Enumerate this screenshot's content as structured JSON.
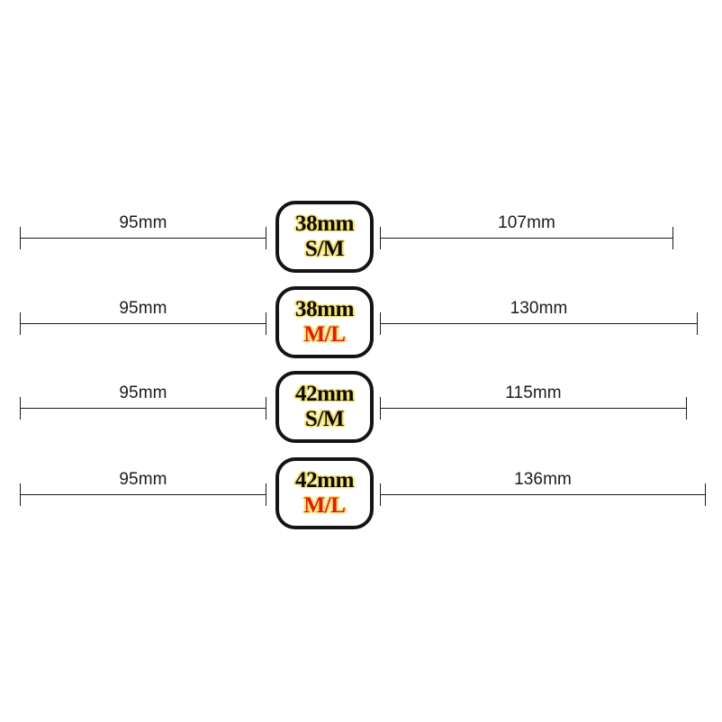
{
  "background_color": "#ffffff",
  "line_color": "#1b1b1b",
  "badge": {
    "border_color": "#141414",
    "fill_color": "#ffffff",
    "halo_color": "#f5e37a",
    "black_text_color": "#0b0b0b",
    "red_text_color": "#e21b0c"
  },
  "chart_data": {
    "type": "table",
    "title": "",
    "xlabel": "",
    "ylabel": "",
    "columns": [
      "left_length",
      "watch_size",
      "band_size",
      "right_length"
    ],
    "rows": [
      [
        "95mm",
        "38mm",
        "S/M",
        "107mm"
      ],
      [
        "95mm",
        "38mm",
        "M/L",
        "130mm"
      ],
      [
        "95mm",
        "42mm",
        "S/M",
        "115mm"
      ],
      [
        "95mm",
        "42mm",
        "M/L",
        "136mm"
      ]
    ]
  },
  "rows": [
    {
      "left": {
        "label": "95mm",
        "value": 95,
        "unit": "mm"
      },
      "badge": {
        "size": "38mm",
        "fit": "S/M",
        "fit_color": "black"
      },
      "right": {
        "label": "107mm",
        "value": 107,
        "unit": "mm"
      }
    },
    {
      "left": {
        "label": "95mm",
        "value": 95,
        "unit": "mm"
      },
      "badge": {
        "size": "38mm",
        "fit": "M/L",
        "fit_color": "red"
      },
      "right": {
        "label": "130mm",
        "value": 130,
        "unit": "mm"
      }
    },
    {
      "left": {
        "label": "95mm",
        "value": 95,
        "unit": "mm"
      },
      "badge": {
        "size": "42mm",
        "fit": "S/M",
        "fit_color": "black"
      },
      "right": {
        "label": "115mm",
        "value": 115,
        "unit": "mm"
      }
    },
    {
      "left": {
        "label": "95mm",
        "value": 95,
        "unit": "mm"
      },
      "badge": {
        "size": "42mm",
        "fit": "M/L",
        "fit_color": "red"
      },
      "right": {
        "label": "136mm",
        "value": 136,
        "unit": "mm"
      }
    }
  ]
}
